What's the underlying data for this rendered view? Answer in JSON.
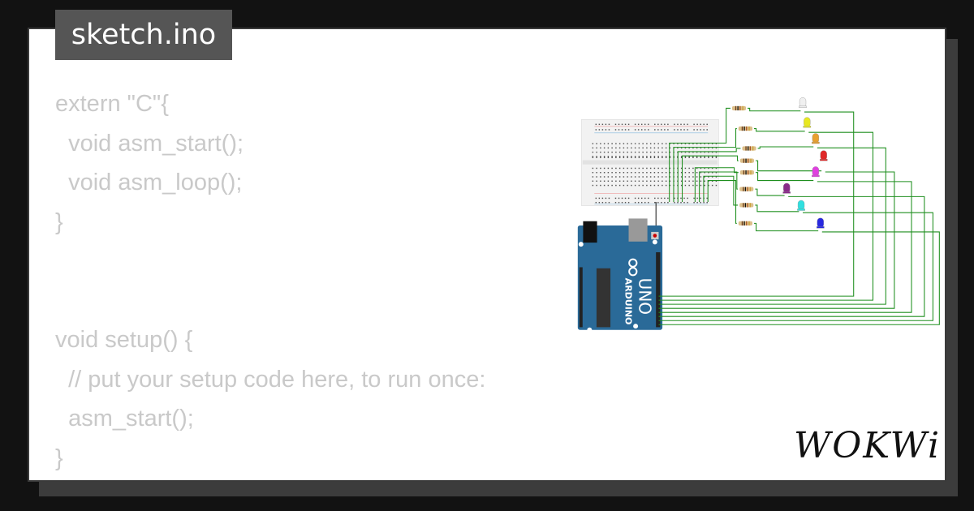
{
  "file_tab": {
    "label": "sketch.ino"
  },
  "code_lines": [
    "extern \"C\"{",
    "  void asm_start();",
    "  void asm_loop();",
    "}",
    "",
    "",
    "void setup() {",
    "  // put your setup code here, to run once:",
    "  asm_start();",
    "}"
  ],
  "brand": {
    "logo": "WOKWi"
  },
  "circuit": {
    "board": "Arduino UNO",
    "board_labels": {
      "brand": "ARDUINO",
      "model": "UNO"
    },
    "led_colors": [
      "#f0f0f0",
      "#e8e820",
      "#e8a030",
      "#e02828",
      "#e040e0",
      "#8a2a8a",
      "#30e0e0",
      "#2828e0"
    ],
    "wire_color": "#1f8f1f",
    "breadboard_color": "#f2f2f2",
    "board_color": "#2a6a98"
  }
}
